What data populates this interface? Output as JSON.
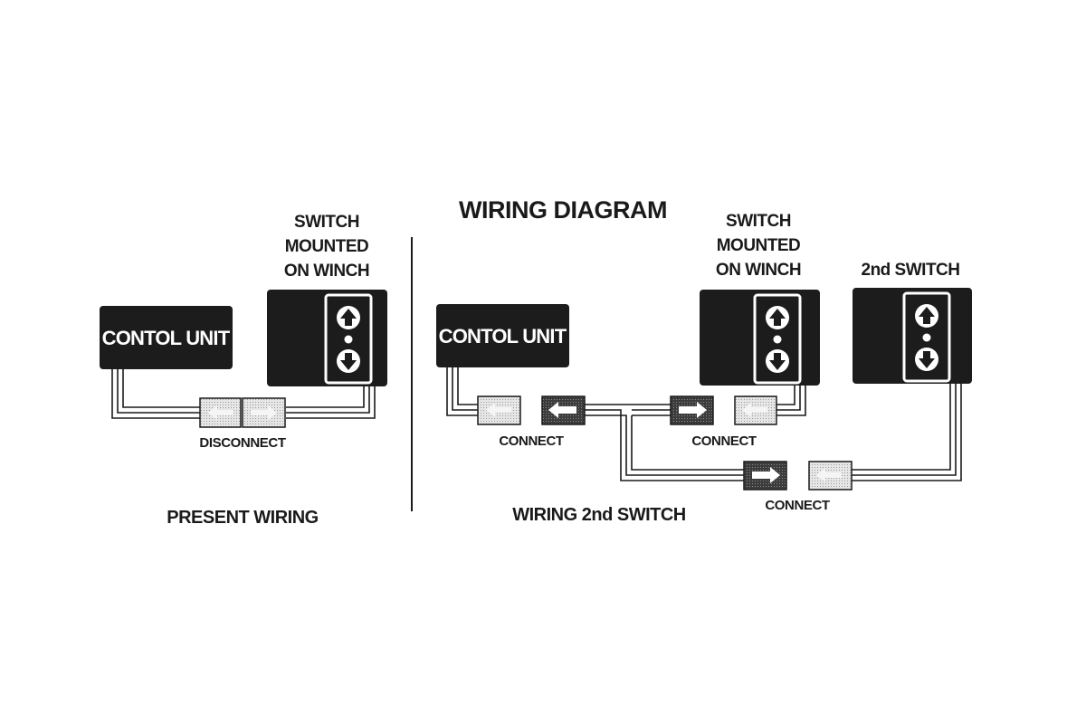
{
  "title": "WIRING DIAGRAM",
  "present": {
    "switch_label": [
      "SWITCH",
      "MOUNTED",
      "ON WINCH"
    ],
    "control_unit": "CONTOL UNIT",
    "disconnect": "DISCONNECT",
    "caption": "PRESENT WIRING"
  },
  "second": {
    "control_unit": "CONTOL UNIT",
    "switch_label": [
      "SWITCH",
      "MOUNTED",
      "ON WINCH"
    ],
    "second_switch_label": "2nd SWITCH",
    "connect_1": "CONNECT",
    "connect_2": "CONNECT",
    "connect_3": "CONNECT",
    "caption": "WIRING 2nd SWITCH"
  },
  "colors": {
    "box": "#1c1c1c",
    "wire": "#1a1a1a",
    "connector_light": "#dcdcdc",
    "connector_dark": "#4a4a4a"
  },
  "icons": [
    "arrow-up-icon",
    "arrow-down-icon",
    "arrow-left-icon",
    "arrow-right-icon"
  ]
}
